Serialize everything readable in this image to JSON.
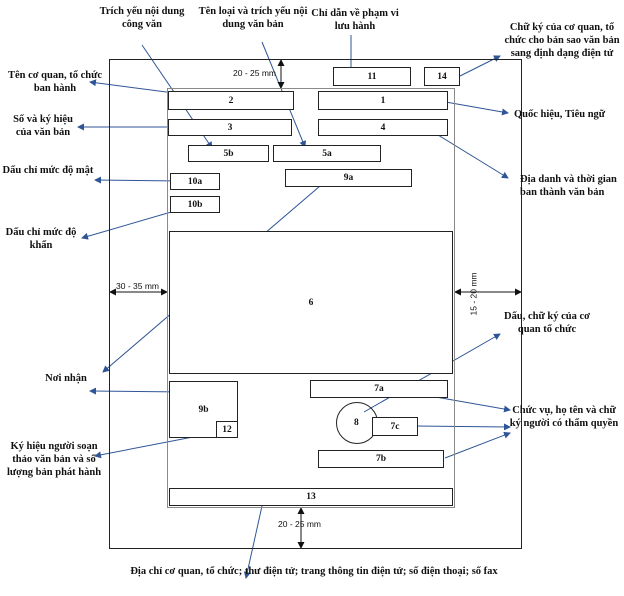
{
  "boxes": {
    "b1": "1",
    "b2": "2",
    "b3": "3",
    "b4": "4",
    "b5a": "5a",
    "b5b": "5b",
    "b6": "6",
    "b7a": "7a",
    "b7b": "7b",
    "b7c": "7c",
    "b8": "8",
    "b9a": "9a",
    "b9b": "9b",
    "b10a": "10a",
    "b10b": "10b",
    "b11": "11",
    "b12": "12",
    "b13": "13",
    "b14": "14"
  },
  "dimensions": {
    "top": "20 - 25 mm",
    "left": "30 - 35 mm",
    "right": "15 - 20 mm",
    "bottom": "20 - 25 mm"
  },
  "labels": {
    "trich_yeu_cong_van": "Trích yếu nội dung công văn",
    "ten_loai_trich_yeu": "Tên loại và trích yếu nội dung văn bản",
    "chi_dan_pham_vi": "Chỉ dẫn về phạm vi lưu hành",
    "chu_ky_ban_sao": "Chữ ký của cơ quan, tổ chức cho bản sao văn bản sang định dạng điện tử",
    "ten_co_quan": "Tên cơ quan, tổ chức ban hành",
    "quoc_hieu": "Quốc hiệu, Tiêu ngữ",
    "so_ky_hieu": "Số và ký hiệu của văn bản",
    "dau_chi_muc_do_mat": "Dấu chỉ mức độ mật",
    "dia_danh_thoi_gian": "Địa danh và thời gian ban thành văn bản",
    "dau_chi_muc_do_khan": "Dấu chỉ mức độ khẩn",
    "dau_chu_ky_co_quan": "Dấu, chữ ký của cơ quan tổ chức",
    "noi_nhan": "Nơi nhận",
    "chuc_vu_ho_ten": "Chức vụ, họ tên và chữ ký người có thẩm quyền",
    "ky_hieu_nguoi_soan": "Ký hiệu người soạn thảo văn bản và số lượng bản phát hành",
    "dia_chi_footer": "Địa chỉ cơ quan, tổ chức; thư điện tử; trang thông tin điện tử; số điện thoại; số fax"
  }
}
